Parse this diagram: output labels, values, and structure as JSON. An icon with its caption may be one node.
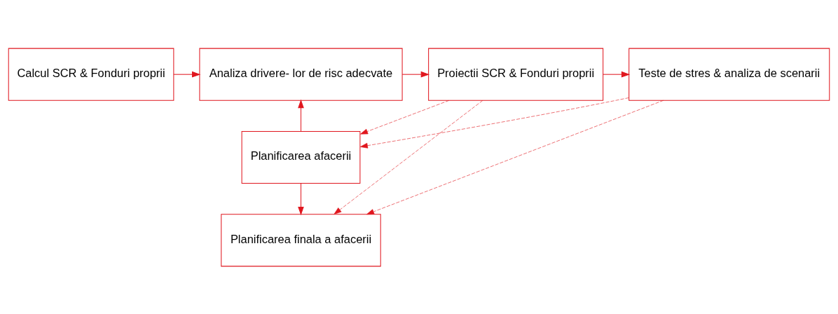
{
  "diagram": {
    "nodes": [
      {
        "text": [
          "Calcul SCR & Fonduri proprii"
        ]
      },
      {
        "text": [
          "Analiza drivere- lor de risc adecvate"
        ]
      },
      {
        "text": [
          "Proiectii SCR & Fonduri proprii"
        ]
      },
      {
        "text": [
          "Teste de stres & analiza de scenarii"
        ]
      },
      {
        "text": [
          "Planificarea afacerii"
        ]
      },
      {
        "text": [
          "Planificarea finala a afacerii"
        ]
      }
    ],
    "edges": [
      {
        "from": 0,
        "to": 1,
        "arrow": "to"
      },
      {
        "from": 1,
        "to": 2,
        "arrow": "to"
      },
      {
        "from": 2,
        "to": 3,
        "arrow": "to"
      },
      {
        "from": 4,
        "to": 1,
        "arrow": "to"
      },
      {
        "from": 4,
        "to": 5,
        "arrow": "to"
      },
      {
        "from": 2,
        "to": 4,
        "arrow": "to",
        "style": "dashed"
      },
      {
        "from": 3,
        "to": 4,
        "arrow": "to",
        "style": "dashed"
      },
      {
        "from": 2,
        "to": 5,
        "arrow": "to",
        "style": "dashed"
      },
      {
        "from": 3,
        "to": 5,
        "arrow": "to",
        "style": "dashed"
      }
    ]
  }
}
